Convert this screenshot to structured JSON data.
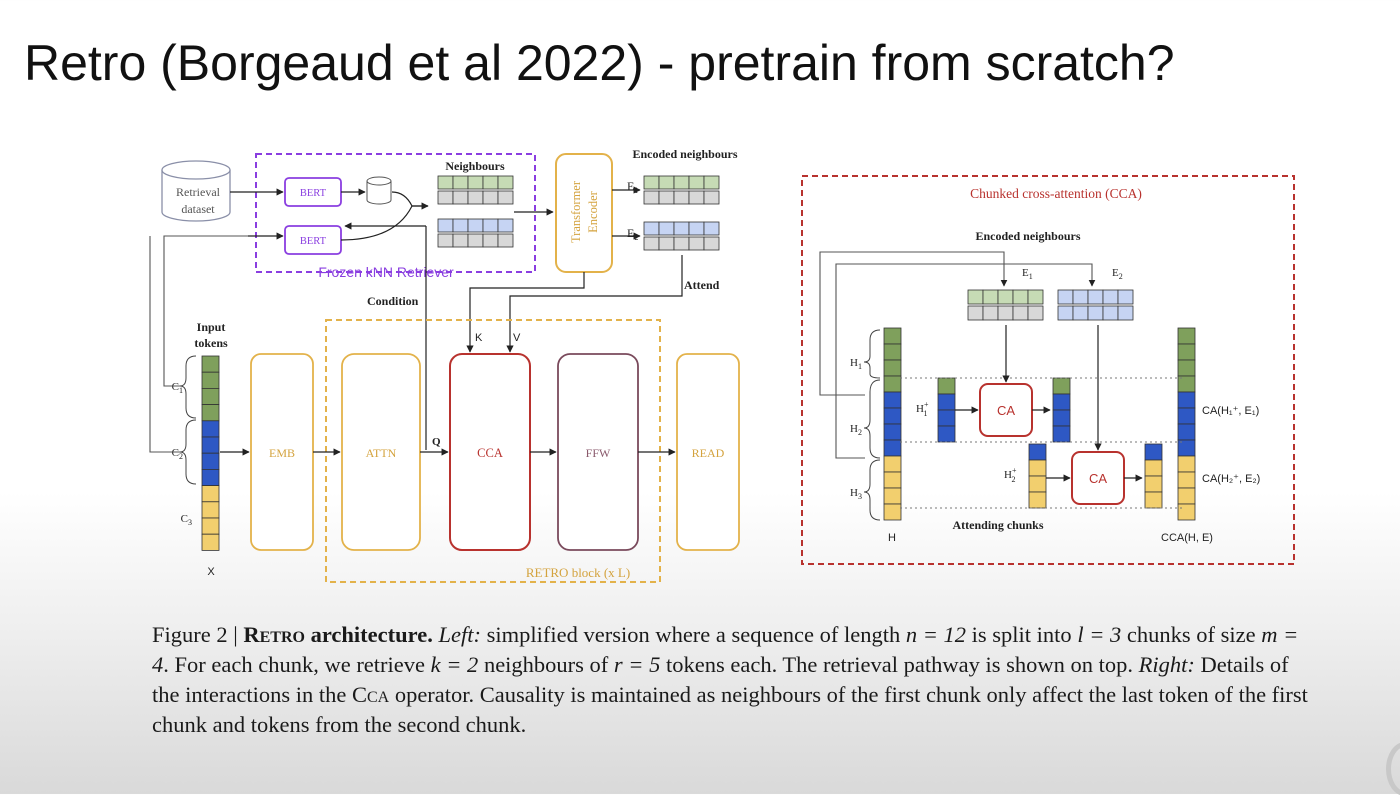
{
  "slide": {
    "title": "Retro (Borgeaud et al 2022) - pretrain from scratch?"
  },
  "left": {
    "retrieval_dataset": [
      "Retrieval",
      "dataset"
    ],
    "bert1": "BERT",
    "bert2": "BERT",
    "frozen_label": "Frozen kNN Retriever",
    "neighbours_label": "Neighbours",
    "transformer_encoder": [
      "Transformer",
      "Encoder"
    ],
    "encoded_neighbours_label": "Encoded neighbours",
    "e1_label": "E",
    "e1_sub": "1",
    "e2_label": "E",
    "e2_sub": "2",
    "condition_label": "Condition",
    "attend_label": "Attend",
    "k_label": "K",
    "v_label": "V",
    "q_label": "Q",
    "input_tokens": [
      "Input",
      "tokens"
    ],
    "c1": "C",
    "c1_sub": "1",
    "c2": "C",
    "c2_sub": "2",
    "c3": "C",
    "c3_sub": "3",
    "x_label": "X",
    "blocks": {
      "emb": "EMB",
      "attn": "ATTN",
      "cca": "CCA",
      "ffw": "FFW",
      "read": "READ"
    },
    "retro_block_label": "RETRO block (x L)"
  },
  "right": {
    "title": "Chunked cross-attention (CCA)",
    "encoded_neighbours_label": "Encoded neighbours",
    "e1_label": "E",
    "e1_sub": "1",
    "e2_label": "E",
    "e2_sub": "2",
    "h1": "H",
    "h1_sub": "1",
    "h2": "H",
    "h2_sub": "2",
    "h3": "H",
    "h3_sub": "3",
    "h1plus": "H",
    "h1plus_sub": "1",
    "h1plus_sup": "+",
    "h2plus": "H",
    "h2plus_sub": "2",
    "h2plus_sup": "+",
    "ca1": "CA",
    "ca2": "CA",
    "h_label": "H",
    "cca_out1": "CA(H₁⁺, E₁)",
    "cca_out2": "CA(H₂⁺, E₂)",
    "attending_chunks": "Attending chunks",
    "cca_he": "CCA(H, E)"
  },
  "caption": {
    "fig": "Figure 2 | ",
    "retro": "Retro",
    "arch": " architecture.",
    "left_lbl": "Left:",
    "t1": " simplified version where a sequence of length ",
    "n_eq": "n = 12",
    "t2": " is split into ",
    "l_eq": "l = 3",
    "t3": " chunks of size ",
    "m_eq": "m = 4",
    "t4": ". For each chunk, we retrieve ",
    "k_eq": "k = 2",
    "t5": " neighbours of ",
    "r_eq": "r = 5",
    "t6": " tokens each. The retrieval pathway is shown on top. ",
    "right_lbl": "Right:",
    "t7": " Details of the interactions in the ",
    "cca": "Cca",
    "t8": " operator. Causality is maintained as neighbours of the first chunk only affect the last token of the first chunk and tokens from the second chunk."
  },
  "colors": {
    "green": "#7fa05c",
    "green_light": "#c6dbb5",
    "blue": "#2e58c4",
    "blue_light": "#c6d4f3",
    "yellow": "#f2cf6e",
    "gray": "#d8d8d8",
    "purple": "#8a3ee0",
    "orange": "#e3b24a",
    "red": "#b8322e",
    "maroon": "#7a4a5c"
  }
}
